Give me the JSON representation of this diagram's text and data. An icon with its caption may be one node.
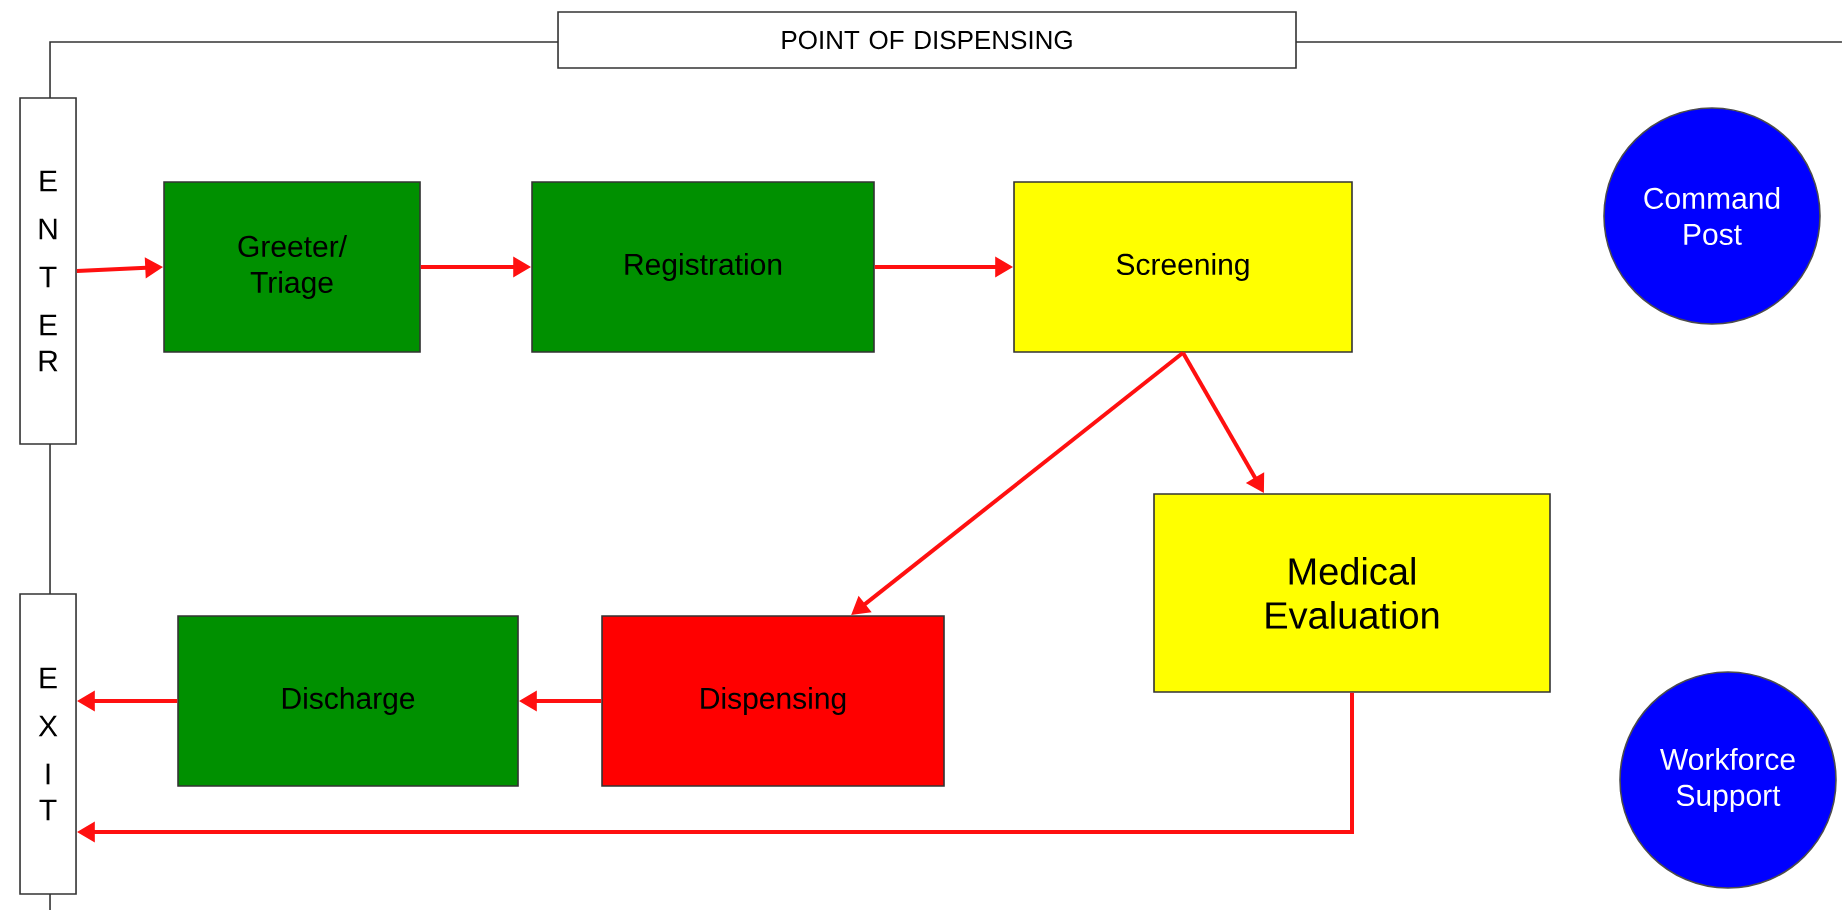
{
  "diagram": {
    "nodes": [
      {
        "text": [
          "POINT OF DISPENSING"
        ]
      },
      {
        "text": [
          "ENTER"
        ]
      },
      {
        "text": [
          "Greeter/ Triage"
        ]
      },
      {
        "text": [
          "Registration"
        ]
      },
      {
        "text": [
          "Screening"
        ]
      },
      {
        "text": [
          "Command Post"
        ]
      },
      {
        "text": [
          "Medical Evaluation"
        ]
      },
      {
        "text": [
          "EXIT"
        ]
      },
      {
        "text": [
          "Discharge"
        ]
      },
      {
        "text": [
          "Dispensing"
        ]
      },
      {
        "text": [
          "Workforce Support"
        ]
      }
    ],
    "edges": [
      {
        "from": 1,
        "to": 2,
        "arrow": "to"
      },
      {
        "from": 2,
        "to": 3,
        "arrow": "to"
      },
      {
        "from": 3,
        "to": 4,
        "arrow": "to"
      },
      {
        "from": 4,
        "to": 9,
        "arrow": "to"
      },
      {
        "from": 4,
        "to": 6,
        "arrow": "to"
      },
      {
        "from": 6,
        "to": 7,
        "arrow": "to"
      },
      {
        "from": 9,
        "to": 8,
        "arrow": "to"
      },
      {
        "from": 8,
        "to": 7,
        "arrow": "to"
      }
    ]
  }
}
